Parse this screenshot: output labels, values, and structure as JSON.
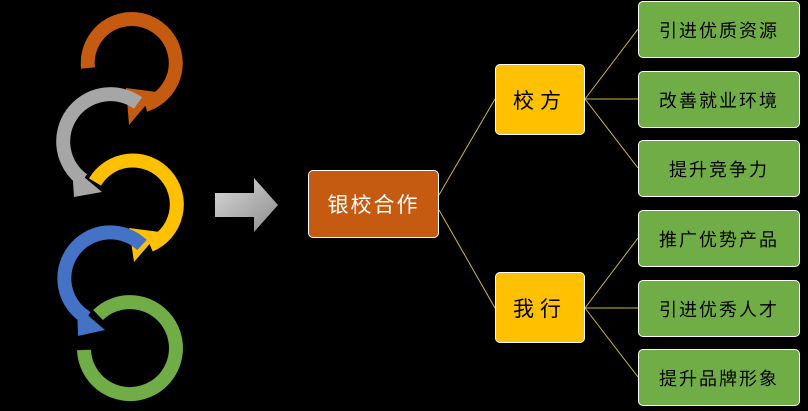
{
  "colors": {
    "background": "#000000",
    "root_fill": "#C55A11",
    "root_border": "#FFFFFF",
    "root_text": "#FFFFFF",
    "branch_fill": "#FFC000",
    "branch_border": "#FFFFFF",
    "leaf_fill": "#70AD47",
    "leaf_border": "#FFFFFF",
    "connector": "#D4B53A",
    "arrow_gray": "#A6A6A6",
    "curl_colors": [
      "#C55A11",
      "#A6A6A6",
      "#FFC000",
      "#4472C4",
      "#70AD47"
    ]
  },
  "diagram": {
    "root": {
      "label": "银校合作"
    },
    "branches": [
      {
        "label": "校方",
        "leaves": [
          "引进优质资源",
          "改善就业环境",
          "提升竞争力"
        ]
      },
      {
        "label": "我行",
        "leaves": [
          "推广优势产品",
          "引进优秀人才",
          "提升品牌形象"
        ]
      }
    ]
  }
}
